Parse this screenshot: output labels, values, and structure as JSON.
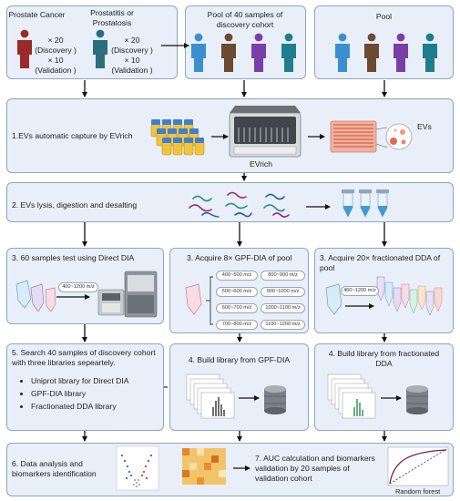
{
  "groups": {
    "prostate_cancer": "Prostate Cancer",
    "prostatitis": "Prostatitis or Prostatosis",
    "pc_discovery": "× 20 (Discovery )",
    "pc_validation": "× 10 (Validation )",
    "pr_discovery": "× 20 (Discovery )",
    "pr_validation": "× 10 (Validation )",
    "pool40": "Pool of 40 samples of discovery cohort",
    "pool": "Pool"
  },
  "step1": {
    "label": "1.EVs automatic capture by EVrich",
    "device": "EVrich",
    "evs": "EVs"
  },
  "step2": {
    "label": "2. EVs lysis, digestion and desalting"
  },
  "step3a": {
    "label": "3. 60 samples test using Direct DIA",
    "range": "400~1200 m/z"
  },
  "step3b": {
    "label": "3. Acquire 8× GPF-DIA of pool",
    "windows": [
      "400~500 m/z",
      "500~600 m/z",
      "600~700 m/z",
      "700~800 m/z",
      "800~900 m/z",
      "900~1000 m/z",
      "1000~1100 m/z",
      "1100~1200 m/z"
    ]
  },
  "step3c": {
    "label": "3. Acquire 20× fractionated DDA of pool",
    "range": "400~1200 m/z"
  },
  "step5": {
    "label": "5. Search 40 samples of discovery cohort with three libraries sepeartely.",
    "items": [
      "Uniprot library for Direct DIA",
      "GPF-DIA library",
      "Fractionated DDA library"
    ]
  },
  "step4b": {
    "label": "4. Build library from GPF-DIA"
  },
  "step4c": {
    "label": "4. Build library from fractionated DDA"
  },
  "step6": {
    "label": "6. Data analysis and biomarkers identification"
  },
  "step7": {
    "label": "7. AUC calculation and biomarkers validation by 20 samples of validation cohort",
    "rf": "Random forest"
  }
}
